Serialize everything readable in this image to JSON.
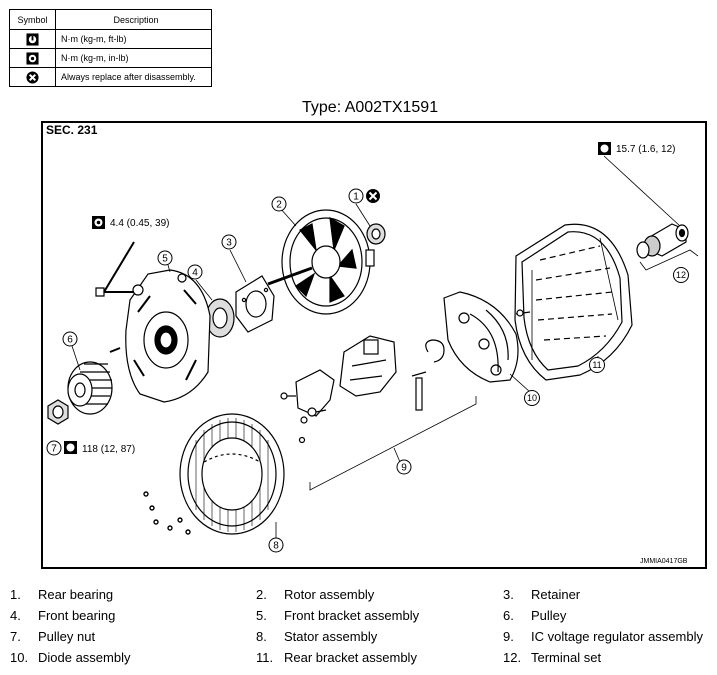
{
  "legend": {
    "header_symbol": "Symbol",
    "header_description": "Description",
    "rows": [
      {
        "icon": "torque-wrench-icon",
        "description": "N·m (kg-m, ft-lb)"
      },
      {
        "icon": "torque-wrench-small-icon",
        "description": "N·m (kg-m, in-lb)"
      },
      {
        "icon": "always-replace-icon",
        "description": "Always replace after disassembly."
      }
    ]
  },
  "diagram": {
    "type_title": "Type: A002TX1591",
    "section": "SEC. 231",
    "figure_id": "JMMIA0417GB",
    "callouts": [
      "1",
      "2",
      "3",
      "4",
      "5",
      "6",
      "7",
      "8",
      "9",
      "10",
      "11",
      "12"
    ],
    "torques": {
      "terminal": "15.7 (1.6, 12)",
      "through_bolt": "4.4 (0.45, 39)",
      "pulley_nut": "118 (12, 87)"
    }
  },
  "parts": [
    {
      "num": "1.",
      "name": "Rear bearing"
    },
    {
      "num": "2.",
      "name": "Rotor assembly"
    },
    {
      "num": "3.",
      "name": "Retainer"
    },
    {
      "num": "4.",
      "name": "Front bearing"
    },
    {
      "num": "5.",
      "name": "Front bracket assembly"
    },
    {
      "num": "6.",
      "name": "Pulley"
    },
    {
      "num": "7.",
      "name": "Pulley nut"
    },
    {
      "num": "8.",
      "name": "Stator assembly"
    },
    {
      "num": "9.",
      "name": "IC voltage regulator assembly"
    },
    {
      "num": "10.",
      "name": "Diode assembly"
    },
    {
      "num": "11.",
      "name": "Rear bracket assembly"
    },
    {
      "num": "12.",
      "name": "Terminal set"
    }
  ]
}
